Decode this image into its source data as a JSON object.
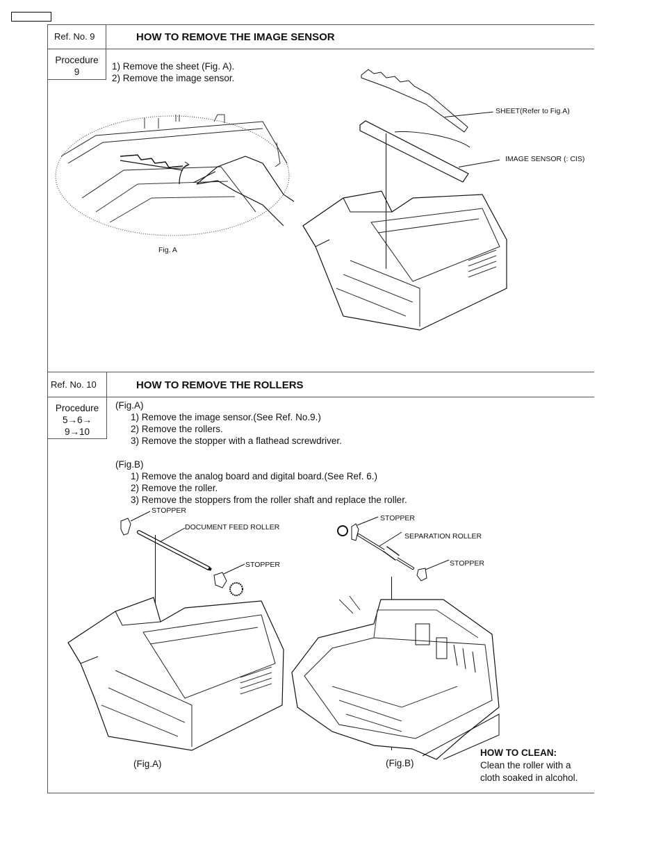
{
  "section1": {
    "ref": "Ref. No. 9",
    "title": "HOW TO REMOVE  THE IMAGE SENSOR",
    "procedure_label": "Procedure",
    "procedure_value": "9",
    "steps": [
      "1)  Remove the sheet (Fig. A).",
      "2)  Remove the image sensor."
    ],
    "callouts": {
      "sheet": "SHEET(Refer to Fig.A)",
      "image_sensor": "IMAGE SENSOR (: CIS)",
      "fig_a": "Fig. A"
    }
  },
  "section2": {
    "ref": "Ref. No. 10",
    "title": "HOW TO REMOVE THE ROLLERS",
    "procedure_label": "Procedure",
    "procedure_line1": "5→6→",
    "procedure_line2": "9→10",
    "fig_a_header": "(Fig.A)",
    "fig_a_steps": [
      "1)  Remove the image sensor.(See Ref. No.9.)",
      "2)  Remove the rollers.",
      "3)  Remove the stopper with a flathead screwdriver."
    ],
    "fig_b_header": "(Fig.B)",
    "fig_b_steps": [
      "1)  Remove the analog board and digital board.(See Ref. 6.)",
      "2)  Remove the roller.",
      "3)  Remove the stoppers from the roller shaft and replace the roller."
    ],
    "callouts": {
      "stopper_1": "STOPPER",
      "document_feed_roller": "DOCUMENT FEED ROLLER",
      "stopper_2": "STOPPER",
      "stopper_3": "STOPPER",
      "separation_roller": "SEPARATION ROLLER",
      "stopper_4": "STOPPER"
    },
    "fig_a_caption": "(Fig.A)",
    "fig_b_caption": "(Fig.B)",
    "clean_title": "HOW TO CLEAN:",
    "clean_line1": "Clean the roller with a",
    "clean_line2": "cloth soaked in alcohol."
  }
}
